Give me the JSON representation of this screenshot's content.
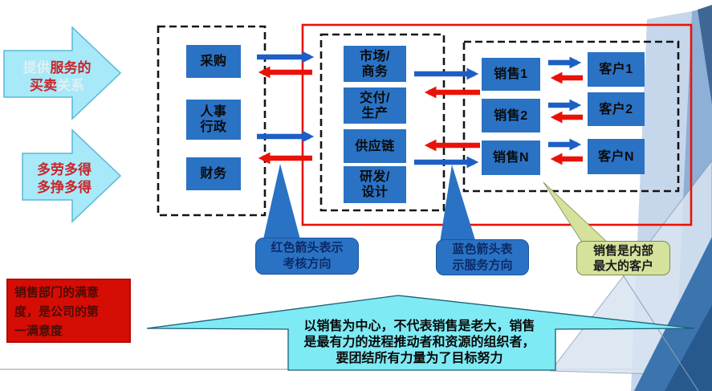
{
  "slide": {
    "kind": "sales-centric organization diagram"
  },
  "colors": {
    "dept_box_blue": "#2a72c4",
    "arrow_blue": "#1d5fc4",
    "arrow_red": "#ea1208",
    "red_frame": "#ea1208",
    "cyan_block_arrow": "#a7e9f8",
    "banner_cyan": "#7eeaf4",
    "callout_green": "#d4e29b",
    "satisfaction_red": "#d60d05",
    "decor_light_blue": "#c7d7eb",
    "decor_mid_blue": "#8eafd6",
    "decor_dark_blue": "#3c74ad"
  },
  "left": {
    "service_arrow": {
      "l1a": "提供",
      "l1b": "服务的",
      "l2a": "买卖",
      "l2b": "关系"
    },
    "reward_arrow": {
      "text": "多劳多得\n多挣多得"
    },
    "satisfaction_box": "销售部门的满意\n度，是公司的第\n一满意度"
  },
  "support_group": {
    "boxes": [
      "采购",
      "人事\n行政",
      "财务"
    ]
  },
  "core_group": {
    "boxes": [
      "市场/\n商务",
      "交付/\n生产",
      "供应链",
      "研发/\n设计"
    ]
  },
  "sales_group": {
    "boxes": [
      "销售1",
      "销售2",
      "销售N"
    ]
  },
  "customer_group": {
    "boxes": [
      "客户1",
      "客户2",
      "客户N"
    ]
  },
  "callouts": {
    "red_arrow_note": "红色箭头表示\n考核方向",
    "blue_arrow_note": "蓝色箭头表\n示服务方向",
    "internal_customer_note": "销售是内部\n最大的客户"
  },
  "banner": {
    "text": "以销售为中心，不代表销售是老大，销售\n是最有力的进程推动者和资源的组织者，\n要团结所有力量为了目标努力"
  }
}
